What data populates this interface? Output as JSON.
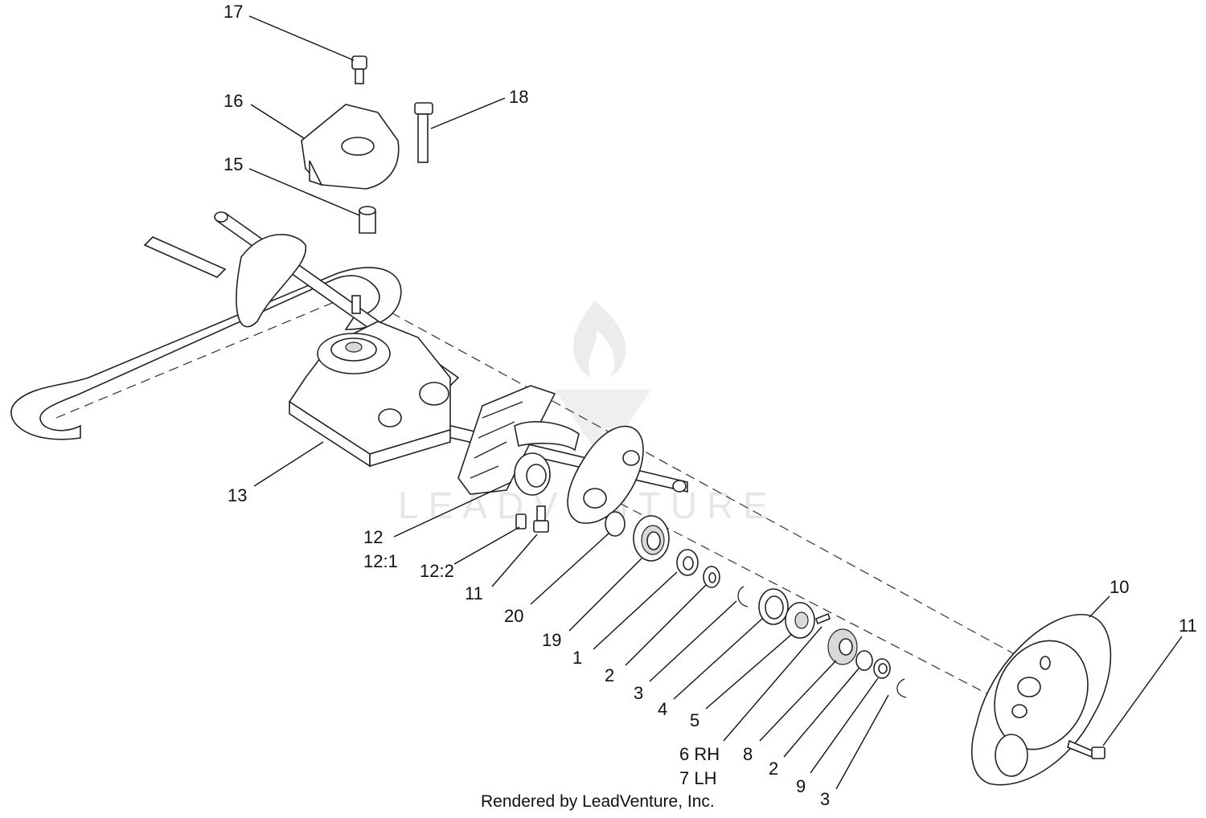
{
  "watermark": {
    "text": "LEADVENTURE"
  },
  "callouts": {
    "c17": "17",
    "c16": "16",
    "c18": "18",
    "c15": "15",
    "c13": "13",
    "c12": "12",
    "c12_1": "12:1",
    "c12_2": "12:2",
    "c11a": "11",
    "c20": "20",
    "c19": "19",
    "c1": "1",
    "c2a": "2",
    "c3a": "3",
    "c4": "4",
    "c5": "5",
    "c6": "6 RH",
    "c7": "7 LH",
    "c8": "8",
    "c2b": "2",
    "c9": "9",
    "c3b": "3",
    "c10": "10",
    "c11b": "11"
  },
  "footer": {
    "credit": "Rendered by LeadVenture, Inc."
  }
}
